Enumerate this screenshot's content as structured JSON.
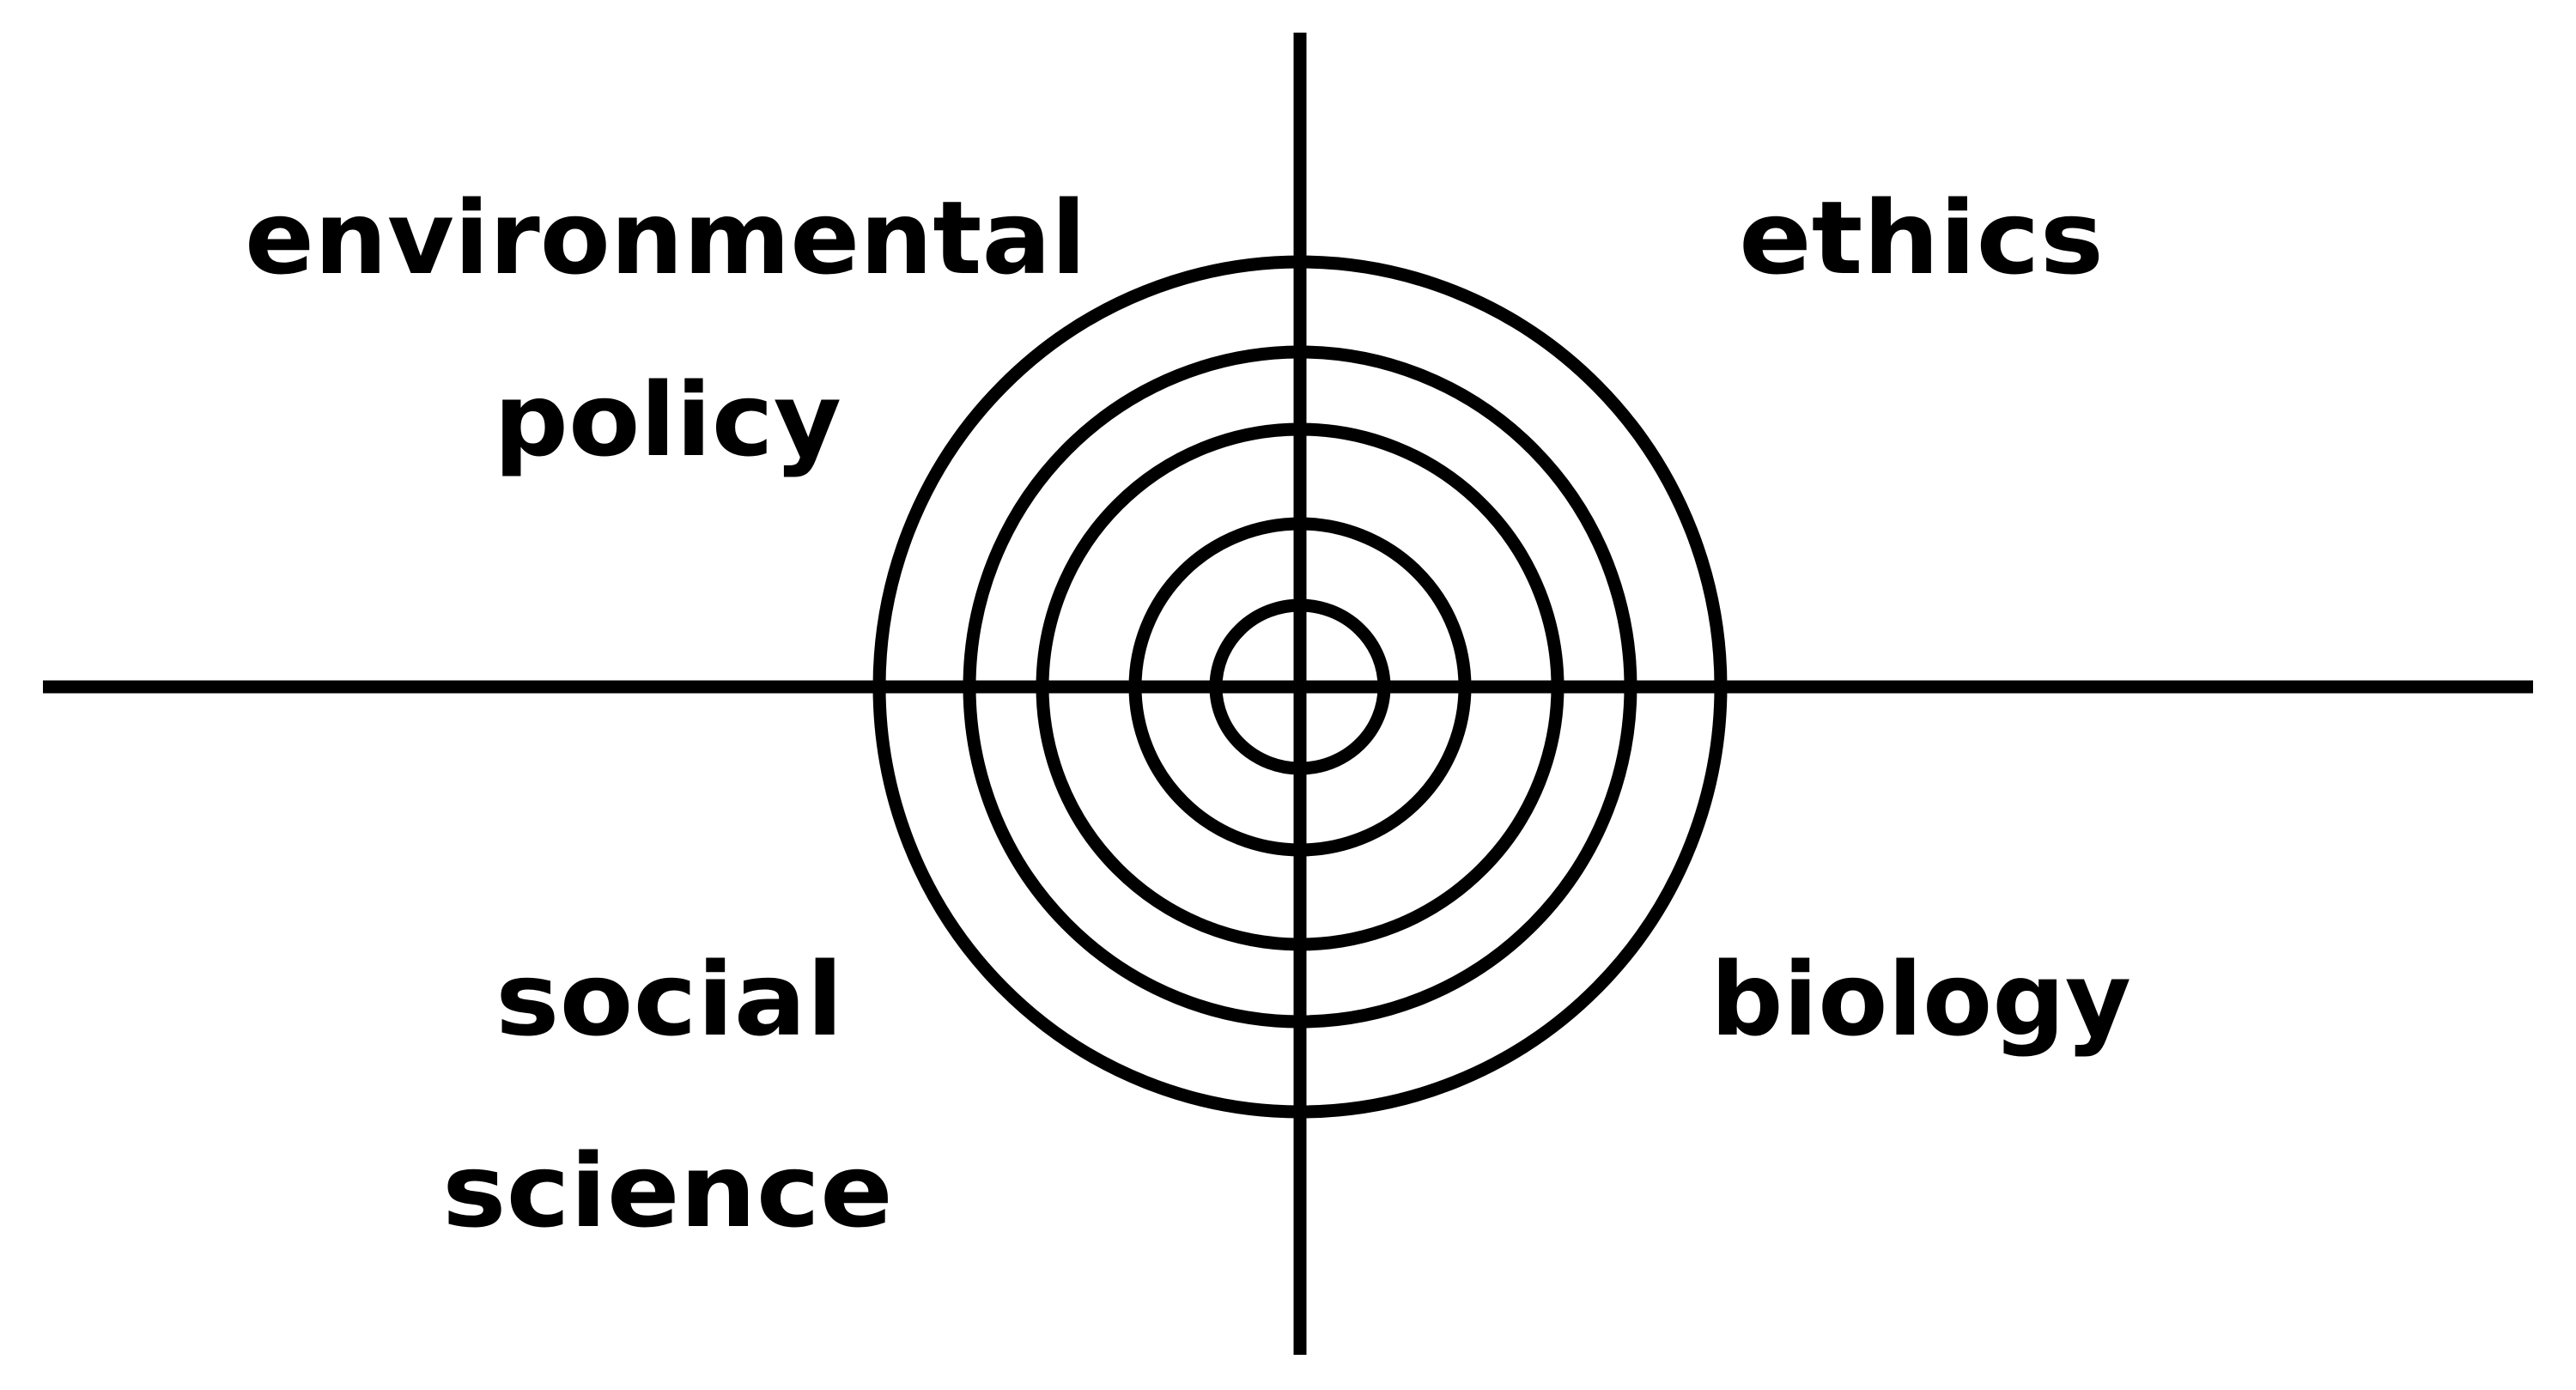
{
  "quadrants": {
    "top_left": {
      "line1": "environmental",
      "line2": "policy"
    },
    "top_right": {
      "line1": "ethics"
    },
    "bottom_left": {
      "line1": "social",
      "line2": "science"
    },
    "bottom_right": {
      "line1": "biology"
    }
  },
  "rings": {
    "count": 5
  },
  "colors": {
    "stroke": "#000000",
    "text": "#000000",
    "background": "#ffffff"
  }
}
